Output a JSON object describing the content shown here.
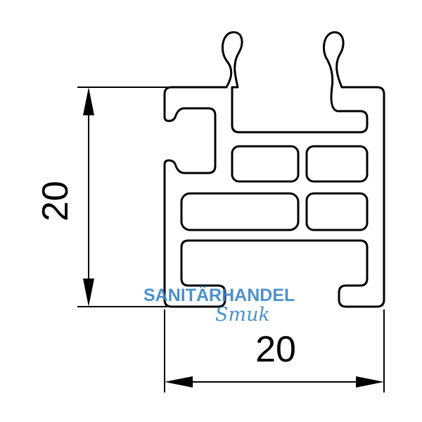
{
  "drawing": {
    "dimension_height": "20",
    "dimension_width": "20",
    "outline_color": "#000000"
  },
  "watermark": {
    "line1": "SANITÄRHANDEL",
    "line2": "Smuk",
    "color": "#3a86c8"
  }
}
